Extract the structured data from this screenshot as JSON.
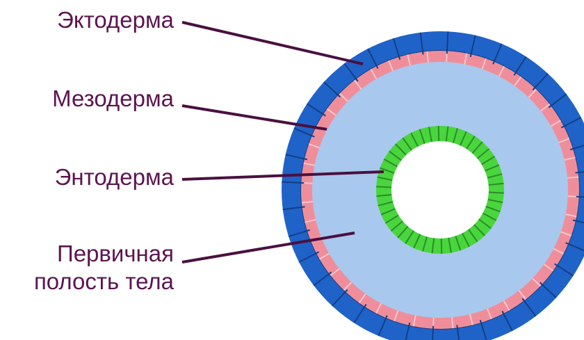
{
  "labels": {
    "ectoderm": "Эктодерма",
    "mesoderm": "Мезодерма",
    "endoderm": "Энтодерма",
    "cavity_line1": "Первичная",
    "cavity_line2": "полость тела"
  },
  "colors": {
    "label_text": "#5c1550",
    "leader_line": "#4a1040",
    "ectoderm": "#1f63c8",
    "ectoderm_dark": "#123f86",
    "mesoderm": "#ef8e9a",
    "cavity": "#a9c8ee",
    "endoderm": "#48d63c",
    "endoderm_dark": "#2f8a2a",
    "center": "#ffffff"
  },
  "layers": {
    "ectoderm_segments": 36,
    "mesoderm_segments": 44,
    "endoderm_segments": 42
  }
}
